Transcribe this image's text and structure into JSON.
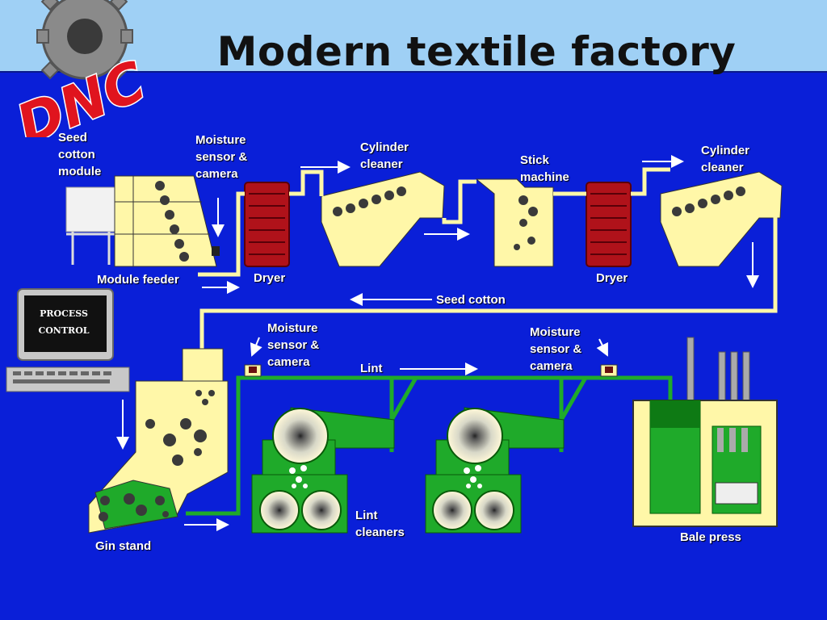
{
  "header": {
    "title": "Modern textile factory",
    "logo": "DNC"
  },
  "colors": {
    "background": "#0a1fd8",
    "header": "#9fd0f5",
    "machine": "#fff7a8",
    "lint": "#1faa2a",
    "dryer": "#b0121a",
    "logo": "#e0141e"
  },
  "labels": {
    "seed_cotton_module": "Seed\ncotton\nmodule",
    "moisture_sensor_1": "Moisture\nsensor &\ncamera",
    "cylinder_cleaner_1": "Cylinder\ncleaner",
    "stick_machine": "Stick\nmachine",
    "cylinder_cleaner_2": "Cylinder\ncleaner",
    "module_feeder": "Module feeder",
    "dryer_1": "Dryer",
    "dryer_2": "Dryer",
    "seed_cotton": "Seed cotton",
    "moisture_sensor_2": "Moisture\nsensor &\ncamera",
    "lint": "Lint",
    "moisture_sensor_3": "Moisture\nsensor &\ncamera",
    "lint_cleaners": "Lint\ncleaners",
    "gin_stand": "Gin stand",
    "bale_press": "Bale press",
    "process_control": "PROCESS\nCONTROL"
  },
  "icons": [
    "gear-icon",
    "computer-icon",
    "sensor-icon",
    "arrow-icon"
  ]
}
